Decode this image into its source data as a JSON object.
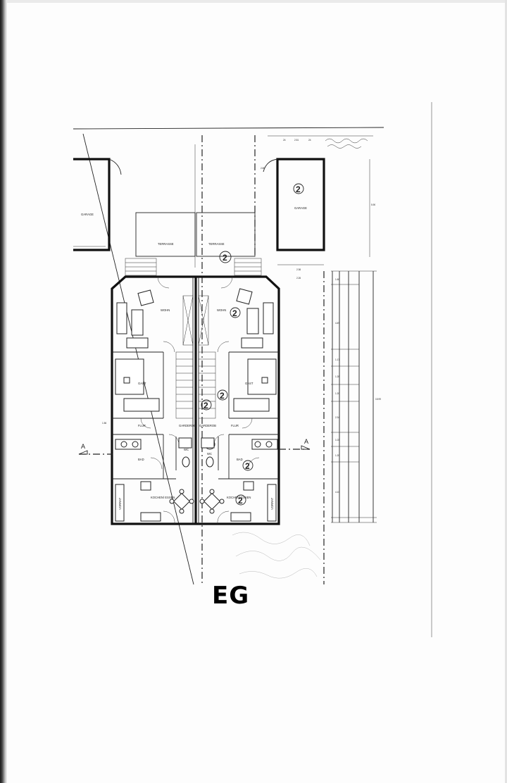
{
  "plan": {
    "label": "EG",
    "rooms": {
      "garage_left": "GARAGE",
      "garage_right": "GARAGE",
      "terrasse_left": "TERRASSE",
      "terrasse_right": "TERRASSE",
      "wohn_left": "WOHN",
      "wohn_right": "WOHN",
      "gast_left": "GAST",
      "gast_right": "GAST",
      "flur_left": "FLUR",
      "flur_right": "FLUR",
      "garderobe_left": "GARDEROB",
      "garderobe_right": "GARDEROB",
      "bad_left": "BAD",
      "bad_right": "BAD",
      "wc_left": "WC",
      "wc_right": "WC",
      "kochen_left": "KOCHEN/ ESSEN",
      "kochen_right": "KOCHEN/ ESSEN",
      "vorrat_left": "VORRAT",
      "vorrat_right": "VORRAT"
    },
    "unit_marker": "2",
    "section_marker": "A",
    "dimensions": {
      "garage_width": "2.36",
      "garage_inner": "2.26",
      "garage_total": "2.80",
      "garage_depth": "5.90",
      "top_a": "24",
      "top_b": "2.51",
      "top_c": "24",
      "overall": "15.99",
      "chain": [
        "1.60",
        "4.49",
        "1.17",
        "1.28",
        "1.20",
        "2.34",
        "1.03",
        "1.20",
        "4.10"
      ],
      "left_small": "1.56"
    }
  }
}
